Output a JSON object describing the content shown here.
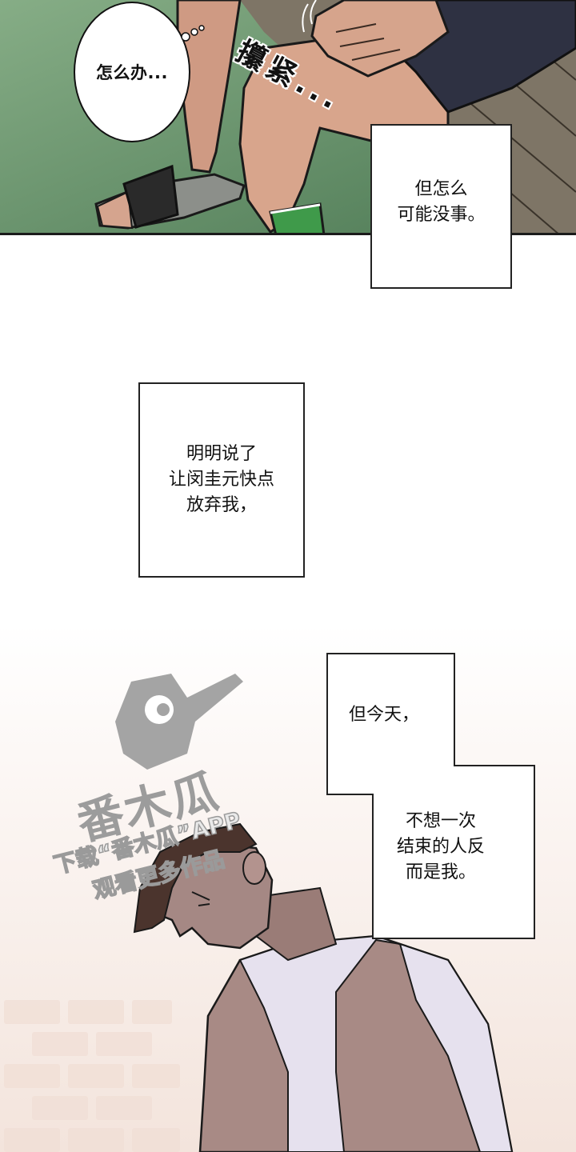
{
  "comic": {
    "panels": [
      {
        "id": "panel-legs",
        "speech_bubble": {
          "text": "怎么办..."
        },
        "sound_effect": {
          "text": "攥紧..."
        },
        "caption": {
          "text": "但怎么\n可能没事。"
        },
        "colors": {
          "floor": "#7fa87f",
          "deck": "#7e7566",
          "shorts": "#2e3142",
          "skin": "#d9a48c",
          "sock": "#3f9a4a"
        }
      },
      {
        "id": "panel-caption-only",
        "caption": {
          "text": "明明说了\n让闵圭元快点\n放弃我，"
        }
      },
      {
        "id": "panel-man",
        "linked_caption": {
          "part1": "但今天，",
          "part2": "不想一次\n结束的人反\n而是我。"
        },
        "colors": {
          "background": "#f6ece6",
          "tank_top": "#e6e1ee",
          "skin": "#a88a85",
          "hair": "#4b342d"
        }
      }
    ],
    "watermark": {
      "brand": "番木瓜",
      "line1": "下载“番木瓜”APP",
      "line2": "观看更多作品"
    }
  }
}
